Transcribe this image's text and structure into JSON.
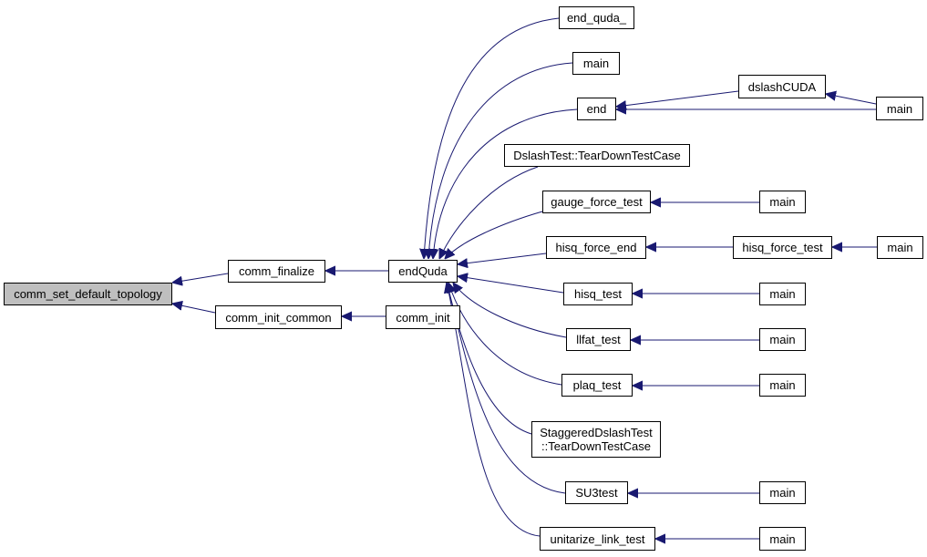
{
  "colors": {
    "edge": "#191970",
    "node_border": "#000000",
    "root_fill": "#bfbfbf",
    "node_fill": "#ffffff"
  },
  "nodes": {
    "root": "comm_set_default_topology",
    "comm_finalize": "comm_finalize",
    "comm_init_common": "comm_init_common",
    "endQuda": "endQuda",
    "comm_init": "comm_init",
    "end_quda_": "end_quda_",
    "main_1": "main",
    "end": "end",
    "dslashCUDA": "dslashCUDA",
    "main_2": "main",
    "dslash_teardown": "DslashTest::TearDownTestCase",
    "gauge_force_test": "gauge_force_test",
    "main_3": "main",
    "hisq_force_end": "hisq_force_end",
    "hisq_force_test": "hisq_force_test",
    "main_4": "main",
    "hisq_test": "hisq_test",
    "main_5": "main",
    "llfat_test": "llfat_test",
    "main_6": "main",
    "plaq_test": "plaq_test",
    "main_7": "main",
    "staggered_teardown": "StaggeredDslashTest\n::TearDownTestCase",
    "SU3test": "SU3test",
    "main_8": "main",
    "unitarize_link_test": "unitarize_link_test",
    "main_9": "main"
  }
}
